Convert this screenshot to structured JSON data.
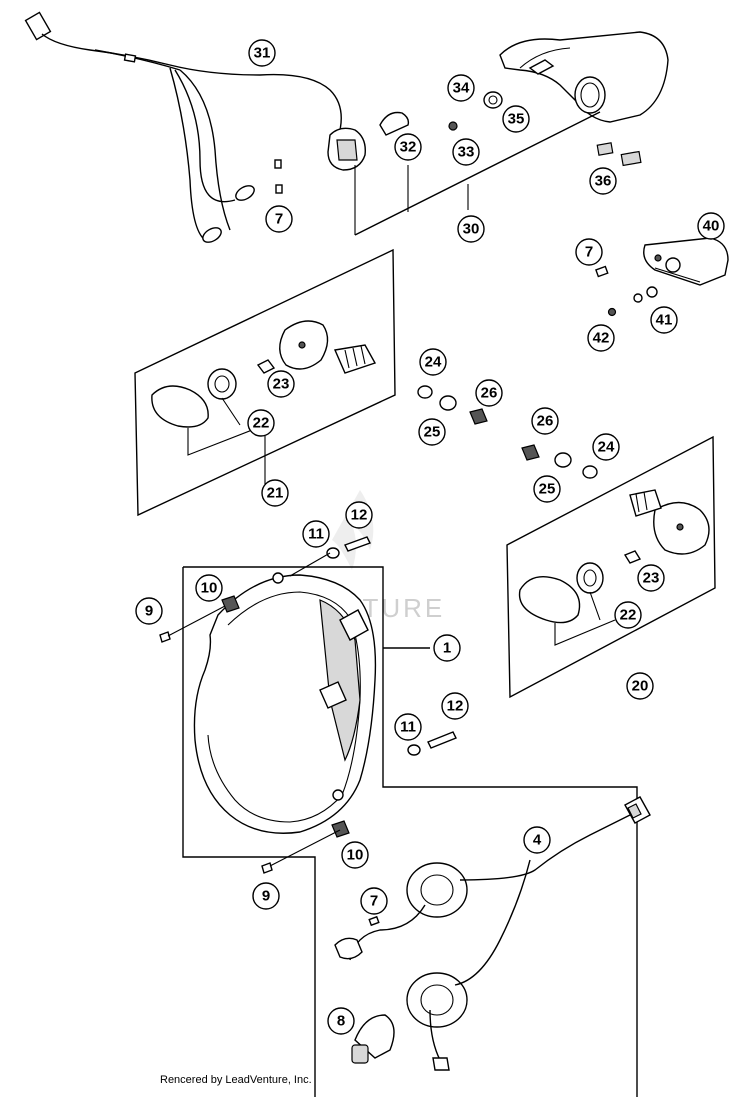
{
  "diagram": {
    "type": "exploded-parts-view",
    "callouts": [
      "31",
      "34",
      "35",
      "32",
      "33",
      "30",
      "36",
      "40",
      "7",
      "7",
      "41",
      "42",
      "23",
      "22",
      "21",
      "24",
      "26",
      "25",
      "26",
      "24",
      "25",
      "12",
      "11",
      "23",
      "22",
      "20",
      "10",
      "9",
      "1",
      "12",
      "11",
      "10",
      "9",
      "4",
      "7",
      "8"
    ],
    "watermark": "VENTURE",
    "credit": "Rencered by LeadVenture, Inc."
  }
}
